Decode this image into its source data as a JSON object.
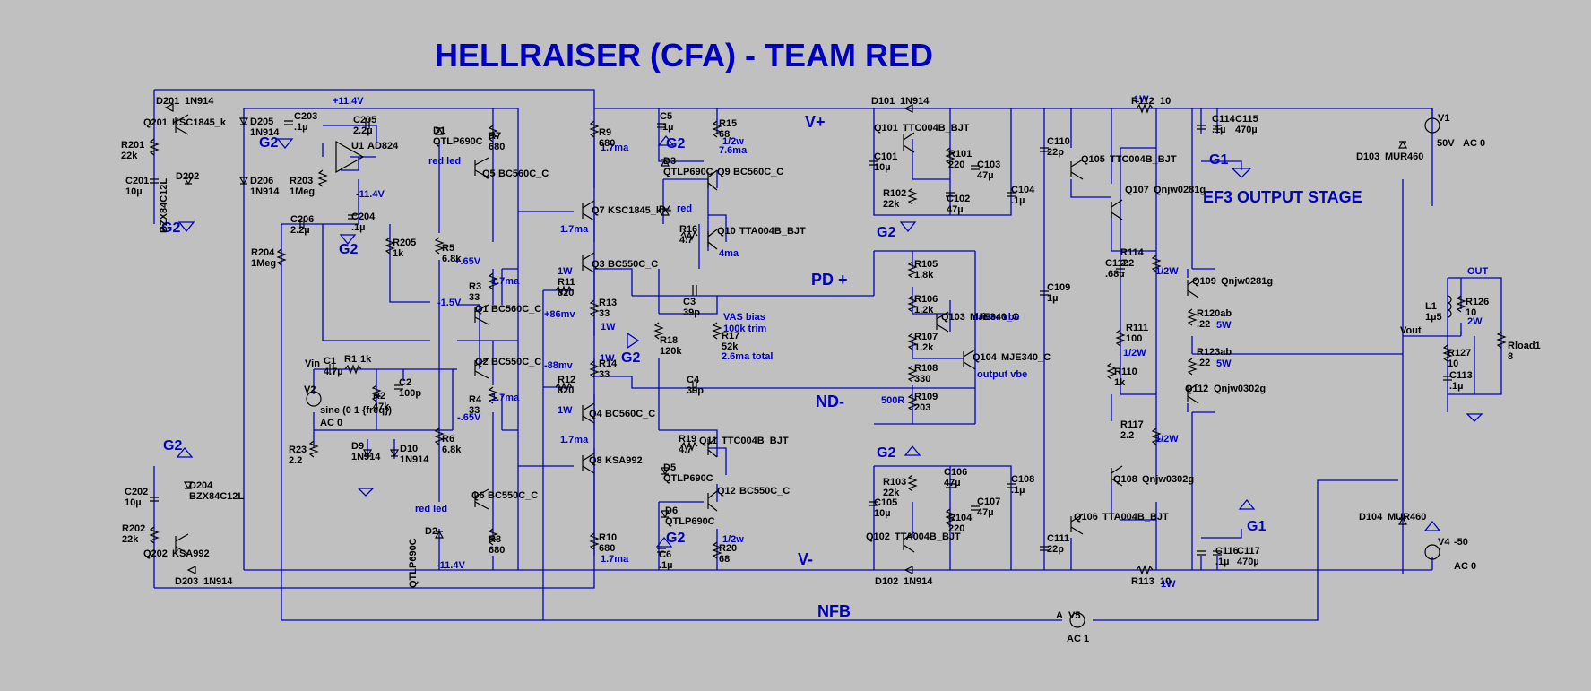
{
  "title": "HELLRAISER (CFA) - TEAM RED",
  "section_label": "EF3 OUTPUT STAGE",
  "rails": {
    "vplus": "V+",
    "vminus": "V-",
    "pdplus": "PD +",
    "ndminus": "ND-",
    "nfb": "NFB",
    "out": "OUT",
    "vout": "Vout"
  },
  "grounds": {
    "g1": "G1",
    "g2": "G2"
  },
  "sources": {
    "v1": {
      "name": "V1",
      "value": "50V",
      "ac": "AC 0"
    },
    "v4": {
      "name": "V4",
      "value": "-50",
      "ac": "AC 0"
    },
    "v2": {
      "name": "V2",
      "value": "sine (0 1 {freq})",
      "ac": "AC 0"
    },
    "v5": {
      "name": "V5",
      "ac": "AC 1",
      "pin": "A"
    },
    "vin": "Vin"
  },
  "annotations": {
    "p114": "+11.4V",
    "m114a": "-11.4V",
    "m114b": "-11.4V",
    "p065": "+.65V",
    "m065": "-.65V",
    "m15": "-1.5V",
    "p86": "+86mv",
    "m88": "-88mv",
    "ma17a": "1.7ma",
    "ma17b": "1.7ma",
    "ma17c": "1.7ma",
    "ma17d": "1.7ma",
    "ma17e": "1.7ma",
    "ma17f": "1.7ma",
    "ma76": "7.6ma",
    "ma4": "4ma",
    "w1a": "1W",
    "w1b": "1W",
    "w1c": "1W",
    "w1d": "1W",
    "w12a": "1/2w",
    "w12b": "1/2w",
    "vas1": "VAS bias",
    "vas2": "100k trim",
    "vas3": "2.6ma total",
    "drv": "driver vbe",
    "outv": "output vbe",
    "red1": "red led",
    "red2": "red led",
    "red3": "red",
    "r500": "500R",
    "w1e": "1W",
    "w1f": "1W",
    "w12c": "1/2W",
    "w12d": "1/2W",
    "w12e": "1/2W",
    "w5a": "5W",
    "w5b": "5W",
    "w2": "2W"
  },
  "components": [
    {
      "ref": "D201",
      "value": "1N914"
    },
    {
      "ref": "Q201",
      "value": "KSC1845_k"
    },
    {
      "ref": "R201",
      "value": "22k"
    },
    {
      "ref": "C201",
      "value": "10µ"
    },
    {
      "ref": "D202",
      "value": "BZX84C12L"
    },
    {
      "ref": "D205",
      "value": "1N914"
    },
    {
      "ref": "D206",
      "value": "1N914"
    },
    {
      "ref": "C203",
      "value": ".1µ"
    },
    {
      "ref": "C205",
      "value": "2.2µ"
    },
    {
      "ref": "U1",
      "value": "AD824"
    },
    {
      "ref": "R203",
      "value": "1Meg"
    },
    {
      "ref": "C204",
      "value": ".1µ"
    },
    {
      "ref": "C206",
      "value": "2.2µ"
    },
    {
      "ref": "R204",
      "value": "1Meg"
    },
    {
      "ref": "R205",
      "value": "1k"
    },
    {
      "ref": "D1",
      "value": "QTLP690C"
    },
    {
      "ref": "R7",
      "value": "680"
    },
    {
      "ref": "Q5",
      "value": "BC560C_C"
    },
    {
      "ref": "R5",
      "value": "6.8k"
    },
    {
      "ref": "R3",
      "value": "33"
    },
    {
      "ref": "Q1",
      "value": "BC560C_C"
    },
    {
      "ref": "Q2",
      "value": "BC550C_C"
    },
    {
      "ref": "R4",
      "value": "33"
    },
    {
      "ref": "R6",
      "value": "6.8k"
    },
    {
      "ref": "Q6",
      "value": "BC550C_C"
    },
    {
      "ref": "D2",
      "value": "QTLP690C"
    },
    {
      "ref": "R8",
      "value": "680"
    },
    {
      "ref": "C1",
      "value": "4.7µ"
    },
    {
      "ref": "R1",
      "value": "1k"
    },
    {
      "ref": "R2",
      "value": "47k"
    },
    {
      "ref": "C2",
      "value": "100p"
    },
    {
      "ref": "R23",
      "value": "2.2"
    },
    {
      "ref": "D9",
      "value": "1N914"
    },
    {
      "ref": "D10",
      "value": "1N914"
    },
    {
      "ref": "C202",
      "value": "10µ"
    },
    {
      "ref": "D204",
      "value": "BZX84C12L"
    },
    {
      "ref": "R202",
      "value": "22k"
    },
    {
      "ref": "Q202",
      "value": "KSA992"
    },
    {
      "ref": "D203",
      "value": "1N914"
    },
    {
      "ref": "R9",
      "value": "680"
    },
    {
      "ref": "C5",
      "value": ".1µ"
    },
    {
      "ref": "R15",
      "value": "68"
    },
    {
      "ref": "D3",
      "value": "QTLP690C"
    },
    {
      "ref": "Q9",
      "value": "BC560C_C"
    },
    {
      "ref": "Q7",
      "value": "KSC1845_k"
    },
    {
      "ref": "D4",
      "value": ""
    },
    {
      "ref": "R16",
      "value": "4.7"
    },
    {
      "ref": "Q10",
      "value": "TTA004B_BJT"
    },
    {
      "ref": "Q3",
      "value": "BC550C_C"
    },
    {
      "ref": "C3",
      "value": "39p"
    },
    {
      "ref": "R11",
      "value": "820"
    },
    {
      "ref": "R13",
      "value": "33"
    },
    {
      "ref": "R18",
      "value": "120k"
    },
    {
      "ref": "R17",
      "value": "52k"
    },
    {
      "ref": "R14",
      "value": "33"
    },
    {
      "ref": "R12",
      "value": "820"
    },
    {
      "ref": "C4",
      "value": "39p"
    },
    {
      "ref": "Q4",
      "value": "BC560C_C"
    },
    {
      "ref": "R19",
      "value": "4.7"
    },
    {
      "ref": "Q11",
      "value": "TTC004B_BJT"
    },
    {
      "ref": "D5",
      "value": "QTLP690C"
    },
    {
      "ref": "Q8",
      "value": "KSA992"
    },
    {
      "ref": "Q12",
      "value": "BC550C_C"
    },
    {
      "ref": "D6",
      "value": "QTLP690C"
    },
    {
      "ref": "R10",
      "value": "680"
    },
    {
      "ref": "C6",
      "value": ".1µ"
    },
    {
      "ref": "R20",
      "value": "68"
    },
    {
      "ref": "D101",
      "value": "1N914"
    },
    {
      "ref": "Q101",
      "value": "TTC004B_BJT"
    },
    {
      "ref": "C101",
      "value": "10µ"
    },
    {
      "ref": "R101",
      "value": "220"
    },
    {
      "ref": "C103",
      "value": "47µ"
    },
    {
      "ref": "R102",
      "value": "22k"
    },
    {
      "ref": "C102",
      "value": "47µ"
    },
    {
      "ref": "C104",
      "value": ".1µ"
    },
    {
      "ref": "R105",
      "value": "1.8k"
    },
    {
      "ref": "R106",
      "value": "1.2k"
    },
    {
      "ref": "Q103",
      "value": "MJE340_C"
    },
    {
      "ref": "R107",
      "value": "1.2k"
    },
    {
      "ref": "Q104",
      "value": "MJE340_C"
    },
    {
      "ref": "R108",
      "value": "330"
    },
    {
      "ref": "R109",
      "value": "203"
    },
    {
      "ref": "R103",
      "value": "22k"
    },
    {
      "ref": "C106",
      "value": "47µ"
    },
    {
      "ref": "C108",
      "value": ".1µ"
    },
    {
      "ref": "C105",
      "value": "10µ"
    },
    {
      "ref": "C107",
      "value": "47µ"
    },
    {
      "ref": "R104",
      "value": "220"
    },
    {
      "ref": "Q102",
      "value": "TTA004B_BJT"
    },
    {
      "ref": "D102",
      "value": "1N914"
    },
    {
      "ref": "C110",
      "value": "22p"
    },
    {
      "ref": "Q105",
      "value": "TTC004B_BJT"
    },
    {
      "ref": "C109",
      "value": "1µ"
    },
    {
      "ref": "C111",
      "value": "22p"
    },
    {
      "ref": "Q106",
      "value": "TTA004B_BJT"
    },
    {
      "ref": "R112",
      "value": "10"
    },
    {
      "ref": "Q107",
      "value": "Qnjw0281g"
    },
    {
      "ref": "C112",
      "value": ".68µ"
    },
    {
      "ref": "R114",
      "value": "2.2"
    },
    {
      "ref": "R111",
      "value": "100"
    },
    {
      "ref": "R110",
      "value": "1k"
    },
    {
      "ref": "R117",
      "value": "2.2"
    },
    {
      "ref": "Q108",
      "value": "Qnjw0302g"
    },
    {
      "ref": "R113",
      "value": "10"
    },
    {
      "ref": "Q109",
      "value": "Qnjw0281g"
    },
    {
      "ref": "R120ab",
      "value": ".22"
    },
    {
      "ref": "R123ab",
      "value": ".22"
    },
    {
      "ref": "Q112",
      "value": "Qnjw0302g"
    },
    {
      "ref": "C114",
      "value": ".1µ"
    },
    {
      "ref": "C115",
      "value": "470µ"
    },
    {
      "ref": "C116",
      "value": ".1µ"
    },
    {
      "ref": "C117",
      "value": "470µ"
    },
    {
      "ref": "D103",
      "value": "MUR460"
    },
    {
      "ref": "D104",
      "value": "MUR460"
    },
    {
      "ref": "L1",
      "value": "1µ5"
    },
    {
      "ref": "R126",
      "value": "10"
    },
    {
      "ref": "R127",
      "value": "10"
    },
    {
      "ref": "C113",
      "value": ".1µ"
    },
    {
      "ref": "Rload1",
      "value": "8"
    }
  ]
}
